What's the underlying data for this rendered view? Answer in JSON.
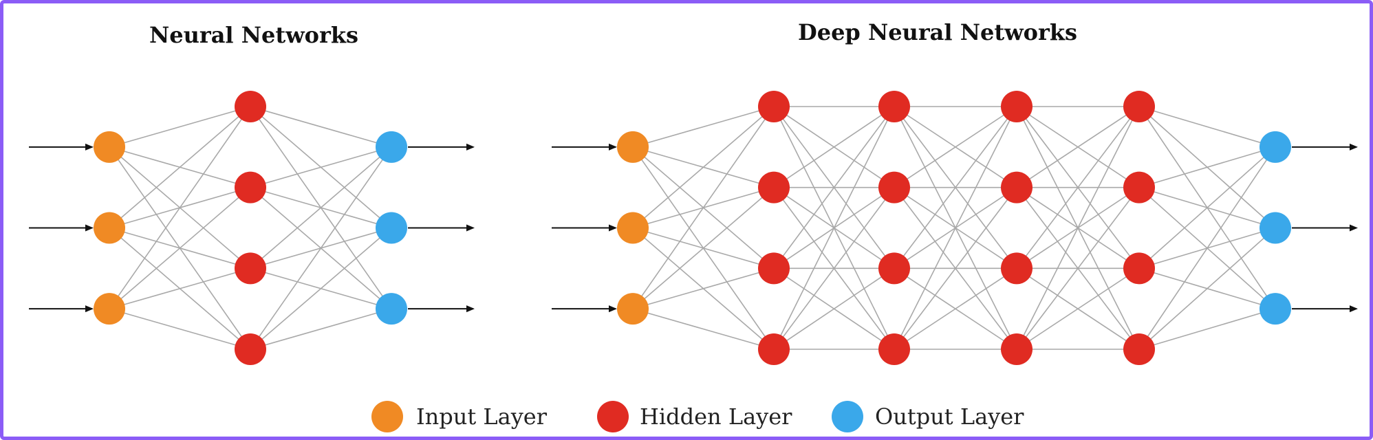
{
  "diagrams": [
    {
      "id": "nn",
      "title": "Neural Networks",
      "layers": [
        {
          "role": "input",
          "count": 3
        },
        {
          "role": "hidden",
          "count": 4
        },
        {
          "role": "output",
          "count": 3
        }
      ]
    },
    {
      "id": "dnn",
      "title": "Deep Neural Networks",
      "layers": [
        {
          "role": "input",
          "count": 3
        },
        {
          "role": "hidden",
          "count": 4
        },
        {
          "role": "hidden",
          "count": 4
        },
        {
          "role": "hidden",
          "count": 4
        },
        {
          "role": "hidden",
          "count": 4
        },
        {
          "role": "output",
          "count": 3
        }
      ]
    }
  ],
  "legend": [
    {
      "role": "input",
      "label": "Input Layer"
    },
    {
      "role": "hidden",
      "label": "Hidden Layer"
    },
    {
      "role": "output",
      "label": "Output Layer"
    }
  ],
  "colors": {
    "input": "#f08a24",
    "hidden": "#e02b22",
    "output": "#3aa8ea",
    "edge": "#a9a9a9",
    "arrow": "#111111",
    "frame": "#8b5cf6"
  }
}
